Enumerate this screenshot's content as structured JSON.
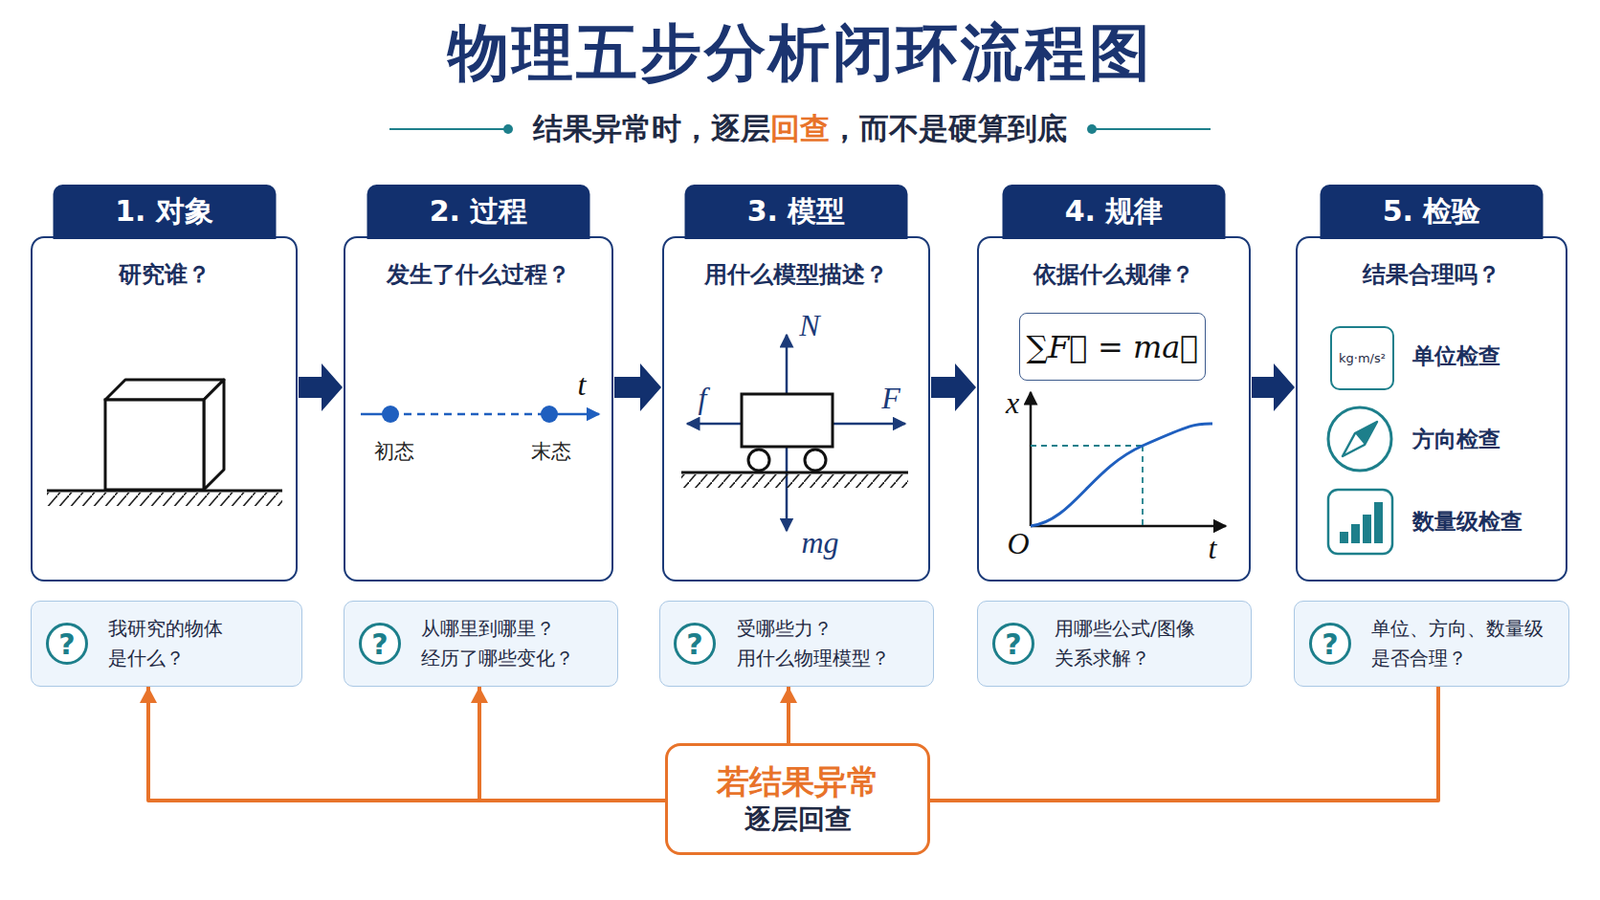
{
  "diagram": {
    "title": "物理五步分析闭环流程图",
    "nodes": [
      {
        "text": [
          "1. 对象",
          "研究谁？"
        ]
      },
      {
        "text": [
          "2. 过程",
          "发生了什么过程？"
        ]
      },
      {
        "text": [
          "3. 模型",
          "用什么模型描述？"
        ]
      },
      {
        "text": [
          "4. 规律",
          "依据什么规律？"
        ]
      },
      {
        "text": [
          "∑F⃗ = ma⃗"
        ],
        "in": 3
      },
      {
        "text": [
          "5. 检验",
          "结果合理吗？"
        ]
      },
      {
        "text": [
          "kg·m/s²"
        ],
        "in": 5
      },
      {
        "text": [
          "我研究的物体 是什么？"
        ]
      },
      {
        "text": [
          "从哪里到哪里？ 经历了哪些变化？"
        ]
      },
      {
        "text": [
          "受哪些力？ 用什么物理模型？"
        ]
      },
      {
        "text": [
          "用哪些公式/图像 关系求解？"
        ]
      },
      {
        "text": [
          "单位、方向、数量级 是否合理？"
        ]
      },
      {
        "text": [
          "若结果异常",
          "逐层回查"
        ]
      }
    ],
    "edges": [
      {
        "from": 0,
        "to": 1,
        "arrow": "to"
      },
      {
        "from": 1,
        "to": 2,
        "arrow": "to"
      },
      {
        "from": 2,
        "to": 3,
        "arrow": "to"
      },
      {
        "from": 3,
        "to": 5,
        "arrow": "to"
      },
      {
        "from": 11,
        "to": 12,
        "arrow": "none"
      },
      {
        "from": 12,
        "to": 7,
        "arrow": "to"
      },
      {
        "from": 12,
        "to": 8,
        "arrow": "to"
      },
      {
        "from": 12,
        "to": 9,
        "arrow": "to"
      }
    ],
    "labels": [
      "结果异常时，逐层",
      "回查",
      "，而不是硬算到底",
      "t",
      "初态",
      "末态",
      "N",
      "f",
      "F",
      "mg",
      "x",
      "O",
      "t",
      "单位检查",
      "方向检查",
      "数量级检查",
      "?",
      "?",
      "?",
      "?",
      "?"
    ]
  }
}
